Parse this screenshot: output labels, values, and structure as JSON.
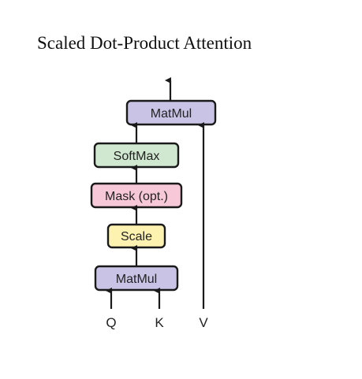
{
  "title": "Scaled Dot-Product Attention",
  "blocks": {
    "matmul_top": {
      "label": "MatMul",
      "fill": "#c9c3e6"
    },
    "softmax": {
      "label": "SoftMax",
      "fill": "#cfe8cf"
    },
    "mask": {
      "label": "Mask (opt.)",
      "fill": "#f7c8d8"
    },
    "scale": {
      "label": "Scale",
      "fill": "#fdf2b0"
    },
    "matmul_bottom": {
      "label": "MatMul",
      "fill": "#c9c3e6"
    }
  },
  "inputs": {
    "q": "Q",
    "k": "K",
    "v": "V"
  },
  "stroke_color": "#1a1a1a"
}
